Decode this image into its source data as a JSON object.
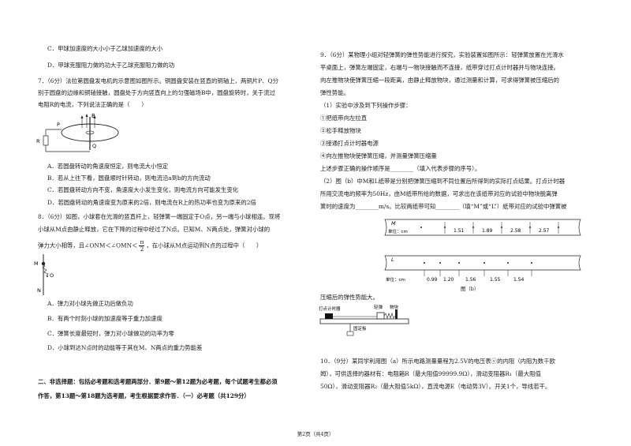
{
  "left": {
    "q6_c": "C．甲球加速度的大小小于乙球加速度的大小",
    "q6_d": "D．甲球克服阻力做的功大于乙球克服阻力做的功",
    "q7_stem_1": "7．（6分）法拉第圆盘发电机的示意图如图所示。铜圆盘安装在竖直的铜轴上，两铜片P、Q分",
    "q7_stem_2": "别于圆盘的边缘和铜轴接触，圆盘处于方向竖直向上的匀强磁场B中，圆盘旋转时，关于流过",
    "q7_stem_3": "电阻R的电流，下列说法正确的是（　　）",
    "q7_fig": {
      "B": "B",
      "P": "P",
      "Q": "Q",
      "R": "R"
    },
    "q7_a": "A．若圆盘转动的角速度恒定，则电流大小恒定",
    "q7_b": "B．若从上往下看，圆盘顺时针转动，则电流沿a到b的方向流动",
    "q7_c": "C．若圆盘转动方向不变，角速度大小发生变化，则电流方向可能发生变化",
    "q7_d": "D．若圆盘转动的角速度变为原来的2倍，则电流在R上的热功率也变为原来的2倍",
    "q8_stem_1": "8．（6分）如图，小球套在光滑的竖直杆上，轻弹簧一端固定于O点，另一端与小球相连。现将",
    "q8_stem_2": "小球从M点由静止释放，它在下降的过程中经过了N点。已知M、N两点处，弹簧对小球的",
    "q8_stem_3a": "弹力大小相等，且∠ONM＜∠OMN＜",
    "q8_frac_num": "π",
    "q8_frac_den": "2",
    "q8_stem_3b": "，在小球从M点运动到N点的过程中（　　）",
    "q8_fig": {
      "M": "M",
      "O": "O",
      "N": "N"
    },
    "q8_a": "A．弹力对小球先做正功后做负功",
    "q8_b": "B．有两个时刻小球的加速度等于重力加速度",
    "q8_c": "C．弹簧长度最短时，弹力对小球做功的功率为零",
    "q8_d": "D．小球到达N点时的动能等于其在M、N两点的重力势能差",
    "sec2_1": "二、非选择题：包括必考题和选考题两部分．第9题～第12题为必考题，每个试题考生都必须",
    "sec2_2": "作答，第13题～第18题为选考题，考生根据要求作答．（一）必考题（共129分）"
  },
  "right": {
    "q9_stem_1": "9．（6分）某物理小组对轻弹簧的弹性势能进行探究，实验装置如图所示：轻弹簧放置在光滑水",
    "q9_stem_2": "平桌面上，弹簧左端固定，右端与一物块接触而不连接，纸带穿过打点计时器并与物块连接。",
    "q9_stem_3": "向左推物块使弹簧压缩一段距离，由静止释放物块，通过测量和计算，可求得弹簧被压缩后的",
    "q9_stem_4": "弹性势能。",
    "q9_p1": "（1）实验中涉及到下列操作步骤：",
    "q9_s1": "①把纸带向左拉直",
    "q9_s2": "②松手释放物块",
    "q9_s3": "③接通打点计时器电源",
    "q9_s4": "④向左推物块使弹簧压缩，并测量弹簧压缩量",
    "q9_order": "上述步骤正确的操作顺序是________（填入代表步骤的序号）。",
    "q9_p2_1": "（2）图（b）中M和L纸带是分别把弹簧压缩到不同位置后所得到的实际打点结果。打点计时器",
    "q9_p2_2": "所用交流电的频率为50Hz，由M纸带所给的数据，可求出在该纸带对应的试验中物块脱离弹",
    "q9_p2_3": "簧时的速度为________m/s。比较两纸带可知________（填“M”或“L”）纸带对应的试验中弹簧被",
    "q9_p2_4": "压缩后的弹性势能大。",
    "tape_M": {
      "label": "M",
      "unit": "单位：cm",
      "values": [
        "1.51",
        "1.89",
        "2.58",
        "2.57"
      ]
    },
    "tape_L": {
      "label": "L",
      "unit": "单位：cm",
      "values": [
        "0.99",
        "1.20",
        "1.56",
        "1.55",
        "1.54"
      ]
    },
    "fig_b_caption": "图（b）",
    "apparatus": {
      "timer": "打点计时器",
      "spring": "轻弹",
      "block": "物块",
      "fixed": "固定板"
    },
    "q10_1": "10．（9分）某同学利用图（a）所示电路测量量程为2.5V的电压表ⓥ的内阻（内阻为数千欧",
    "q10_2": "姆），可供选择的器材有：电阻箱R（最大阻值99999.9Ω），滑动变阻器R₁（最大阻值",
    "q10_3": "50Ω），滑动变阻器R₂（最大阻值5kΩ），直流电源E（电动势3V）。开关1个，导线若干。"
  },
  "footer": "第2页（共4页）"
}
